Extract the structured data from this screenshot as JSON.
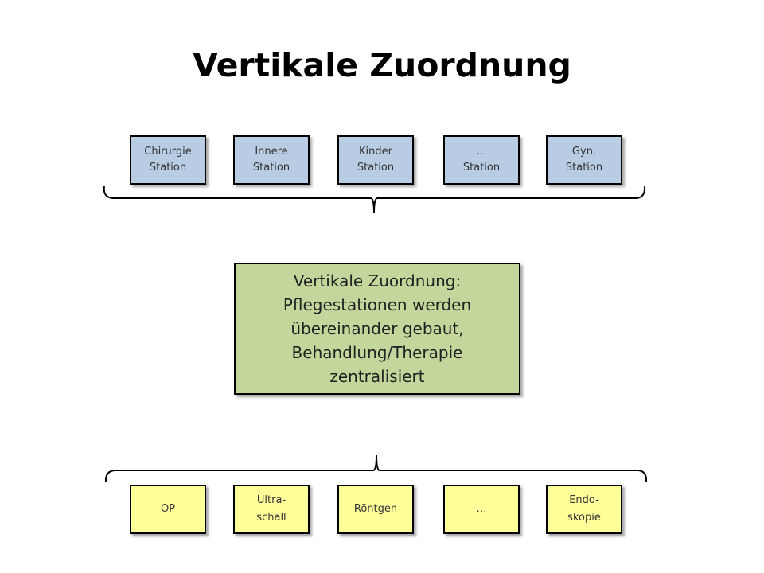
{
  "title": "Vertikale Zuordnung",
  "stations": [
    {
      "label": "Chirurgie\nStation"
    },
    {
      "label": "Innere\nStation"
    },
    {
      "label": "Kinder\nStation"
    },
    {
      "label": "…\nStation"
    },
    {
      "label": "Gyn.\nStation"
    }
  ],
  "center": {
    "text": "Vertikale Zuordnung: Pflegestationen werden übereinander gebaut, Behandlung/Therapie zentralisiert"
  },
  "departments": [
    {
      "label": "OP"
    },
    {
      "label": "Ultra-\nschall"
    },
    {
      "label": "Röntgen"
    },
    {
      "label": "…"
    },
    {
      "label": "Endo-\nskopie"
    }
  ],
  "colors": {
    "station_fill": "#b8cce4",
    "center_fill": "#c3d69b",
    "department_fill": "#ffff99",
    "border": "#000000"
  }
}
